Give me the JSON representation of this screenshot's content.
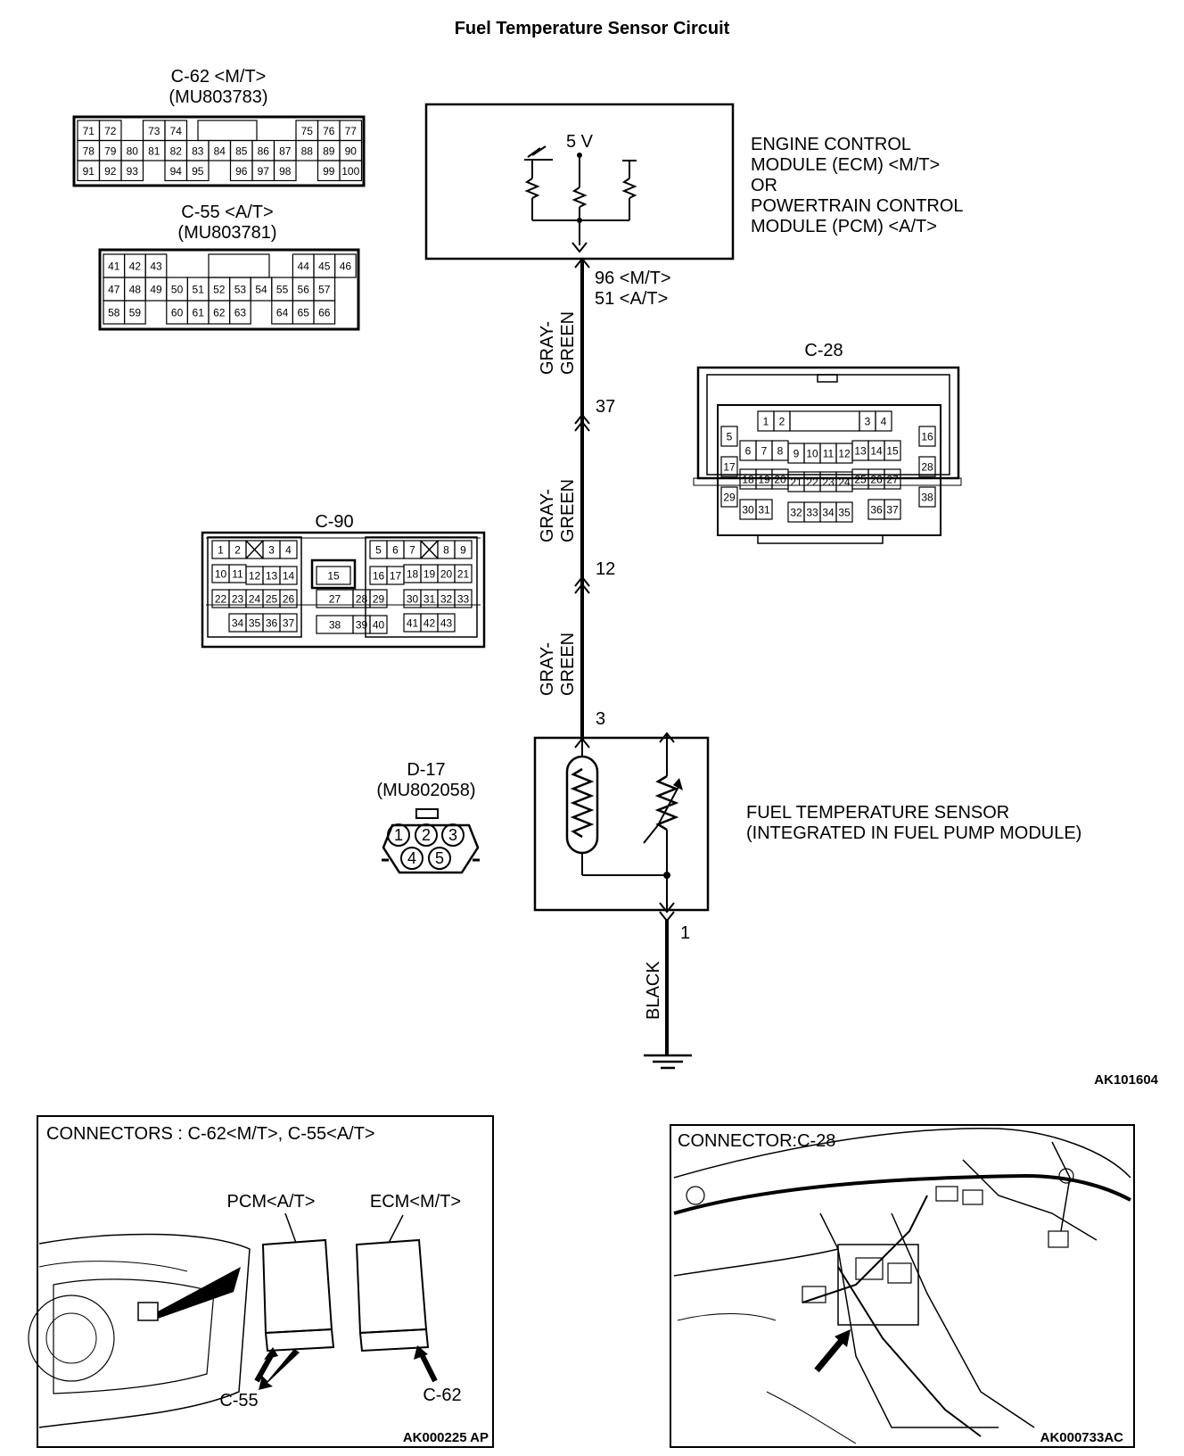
{
  "title": "Fuel Temperature Sensor Circuit",
  "ecm": {
    "voltage": "5 V",
    "lines": [
      "ENGINE CONTROL",
      "MODULE (ECM) <M/T>",
      "OR",
      "POWERTRAIN CONTROL",
      "MODULE (PCM) <A/T>"
    ],
    "terminal_mt": "96 <M/T>",
    "terminal_at": "51 <A/T>"
  },
  "wire": {
    "color_top": [
      "GRAY-",
      "GREEN"
    ],
    "color_mid": [
      "GRAY-",
      "GREEN"
    ],
    "color_low": [
      "GRAY-",
      "GREEN"
    ],
    "color_ground": "BLACK",
    "pin_37": "37",
    "pin_12": "12",
    "pin_3": "3",
    "pin_1": "1"
  },
  "sensor": {
    "line1": "FUEL TEMPERATURE SENSOR",
    "line2": "(INTEGRATED IN FUEL PUMP MODULE)"
  },
  "connectors": {
    "c62": {
      "name": "C-62 <M/T>",
      "part": "(MU803783)",
      "rows": [
        [
          "71",
          "72",
          "",
          "73",
          "74",
          "",
          "",
          "",
          "",
          "",
          "75",
          "76",
          "77"
        ],
        [
          "78",
          "79",
          "80",
          "81",
          "82",
          "83",
          "84",
          "85",
          "86",
          "87",
          "88",
          "89",
          "90"
        ],
        [
          "91",
          "92",
          "93",
          "",
          "94",
          "95",
          "",
          "96",
          "97",
          "98",
          "",
          "99",
          "100"
        ]
      ]
    },
    "c55": {
      "name": "C-55 <A/T>",
      "part": "(MU803781)",
      "rows": [
        [
          "41",
          "42",
          "43",
          "",
          "",
          "",
          "",
          "",
          "",
          "44",
          "45",
          "46"
        ],
        [
          "47",
          "48",
          "49",
          "50",
          "51",
          "52",
          "53",
          "54",
          "55",
          "56",
          "57",
          ""
        ],
        [
          "58",
          "59",
          "",
          "60",
          "61",
          "62",
          "63",
          "",
          "64",
          "65",
          "66",
          ""
        ]
      ]
    },
    "c28": {
      "name": "C-28",
      "pins": [
        "1",
        "2",
        "3",
        "4",
        "5",
        "6",
        "7",
        "8",
        "9",
        "10",
        "11",
        "12",
        "13",
        "14",
        "15",
        "16",
        "17",
        "18",
        "19",
        "20",
        "21",
        "22",
        "23",
        "24",
        "25",
        "26",
        "27",
        "28",
        "29",
        "30",
        "31",
        "32",
        "33",
        "34",
        "35",
        "36",
        "37",
        "38"
      ]
    },
    "c90": {
      "name": "C-90",
      "pins": [
        "1",
        "2",
        "3",
        "4",
        "5",
        "6",
        "7",
        "8",
        "9",
        "10",
        "11",
        "12",
        "13",
        "14",
        "15",
        "16",
        "17",
        "18",
        "19",
        "20",
        "21",
        "22",
        "23",
        "24",
        "25",
        "26",
        "27",
        "28",
        "29",
        "30",
        "31",
        "32",
        "33",
        "34",
        "35",
        "36",
        "37",
        "38",
        "39",
        "40",
        "41",
        "42",
        "43"
      ]
    },
    "d17": {
      "name": "D-17",
      "part": "(MU802058)",
      "pins": [
        "1",
        "2",
        "3",
        "4",
        "5"
      ]
    }
  },
  "figure_code": "AK101604",
  "inset_left": {
    "title": "CONNECTORS : C-62<M/T>, C-55<A/T>",
    "pcm_label": "PCM<A/T>",
    "ecm_label": "ECM<M/T>",
    "c55_label": "C-55",
    "c62_label": "C-62",
    "code": "AK000225 AP"
  },
  "inset_right": {
    "title": "CONNECTOR:C-28",
    "code": "AK000733AC"
  }
}
